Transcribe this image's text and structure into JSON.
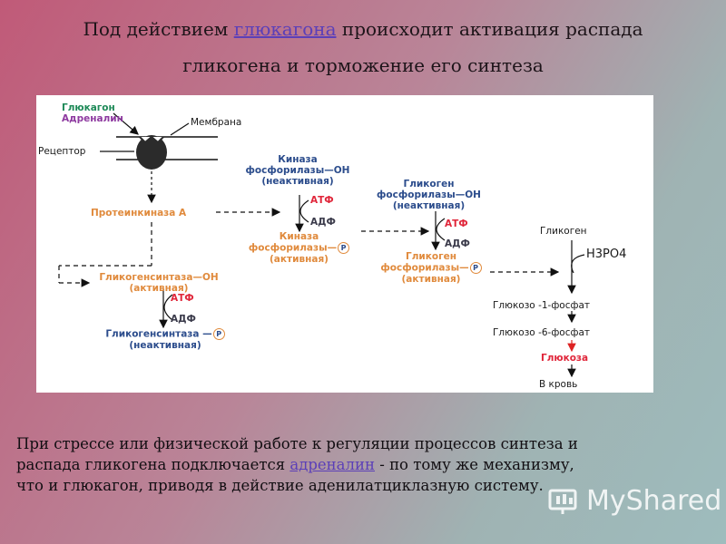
{
  "title": {
    "prefix": "Под действием ",
    "link": "глюкагона",
    "line1_rest": " происходит активация распада",
    "line2": "гликогена и торможение его синтеза"
  },
  "diagram": {
    "glucagon": "Глюкагон",
    "adrenaline": "Адреналин",
    "membrane": "Мембрана",
    "receptor": "Рецептор",
    "pka": "Протеинкиназа А",
    "kinase_inactive": [
      "Киназа",
      "фосфорилазы—ОН",
      "(неактивная)"
    ],
    "atp": "АТФ",
    "adp": "АДФ",
    "kinase_active": [
      "Киназа",
      "фосфорилазы—",
      "(активная)"
    ],
    "phos_inactive": [
      "Гликоген",
      "фосфорилазы—ОН",
      "(неактивная)"
    ],
    "phos_active": [
      "Гликоген",
      "фосфорилазы—",
      "(активная)"
    ],
    "synthase_active": [
      "Гликогенсинтаза—ОН",
      "(активная)"
    ],
    "synthase_inactive": [
      "Гликогенсинтаза —",
      "(неактивная)"
    ],
    "p": "P",
    "glycogen": "Гликоген",
    "h3po4": "Н3РО4",
    "g1p": "Глюкозо -1-фосфат",
    "g6p": "Глюкозо -6-фосфат",
    "glucose": "Глюкоза",
    "to_blood": "В кровь"
  },
  "bottom": {
    "prefix": "При стрессе или физической работе к регуляции процессов синтеза и распада гликогена подключается ",
    "link": "адреналин",
    "suffix": " - по тому же механизму, что и глюкагон, приводя в действие аденилатциклазную систему."
  },
  "logo": {
    "text": "MyShared"
  }
}
